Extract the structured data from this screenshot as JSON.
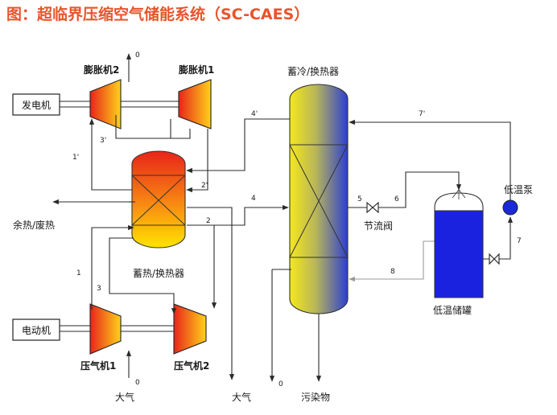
{
  "title": "图：超临界压缩空气储能系统（SC-CAES）",
  "components": {
    "expander2": "膨胀机2",
    "expander1": "膨胀机1",
    "generator": "发电机",
    "motor": "电动机",
    "compressor1": "压气机1",
    "compressor2": "压气机2",
    "heat_storage": "蓄热/换热器",
    "cold_storage": "蓄冷/换热器",
    "throttle": "节流阀",
    "cryo_pump": "低温泵",
    "cryo_tank": "低温储罐"
  },
  "flows": {
    "waste_heat": "余热/废热",
    "air_in": "大气",
    "air_out": "大气",
    "pollutants": "污染物"
  },
  "nodes": {
    "n0_top": "0",
    "n1": "1",
    "n1p": "1'",
    "n2": "2",
    "n2p": "2'",
    "n3": "3",
    "n3p": "3'",
    "n4": "4",
    "n4p": "4'",
    "n5": "5",
    "n6": "6",
    "n7": "7",
    "n7p": "7'",
    "n8": "8",
    "n0_in": "0",
    "n0_out": "0"
  },
  "colors": {
    "title": "#e8542c",
    "hot_top": "#e8241a",
    "hot_bottom": "#ffe000",
    "cold_top": "#f0e21a",
    "cold_bottom": "#3244c8",
    "turbine_hot": "#e8241a",
    "turbine_warm": "#ffd21a",
    "tank_liquid": "#1a22e0",
    "pump": "#1a28d8"
  }
}
